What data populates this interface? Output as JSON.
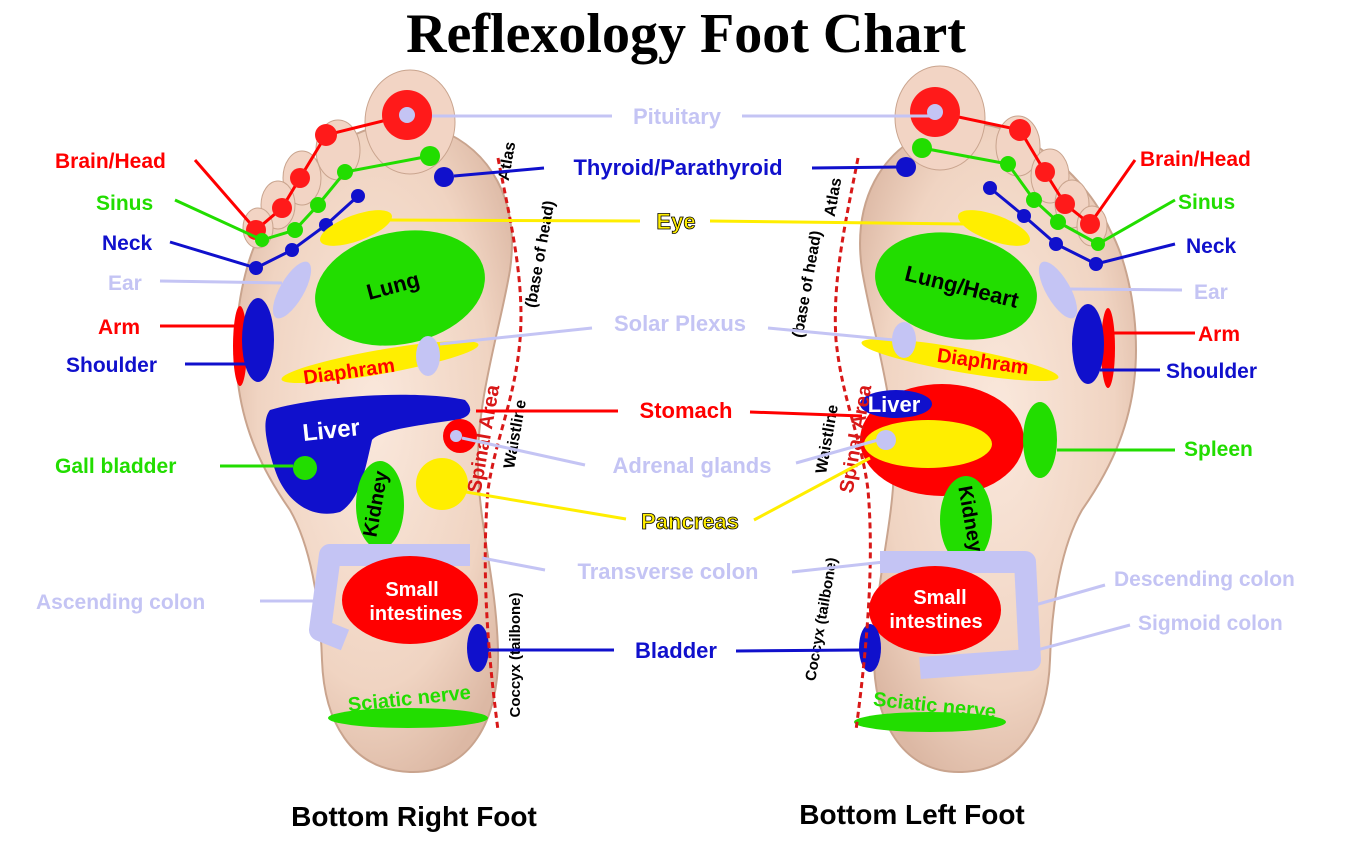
{
  "title": "Reflexology Foot Chart",
  "captions": {
    "right_foot": "Bottom Right Foot",
    "left_foot": "Bottom Left Foot"
  },
  "colors": {
    "red": "#ff0000",
    "green": "#22dd00",
    "blue": "#1010cc",
    "lavender": "#c4c4f4",
    "yellow": "#ffee00",
    "skin": "#f2d8c8",
    "spine": "#d81818"
  },
  "center_labels": {
    "pituitary": "Pituitary",
    "thyroid": "Thyroid/Parathyroid",
    "eye": "Eye",
    "solar_plexus": "Solar Plexus",
    "stomach": "Stomach",
    "adrenal": "Adrenal glands",
    "pancreas": "Pancreas",
    "transverse_colon": "Transverse colon",
    "bladder": "Bladder"
  },
  "right_foot": {
    "side_labels": {
      "brain": "Brain/Head",
      "sinus": "Sinus",
      "neck": "Neck",
      "ear": "Ear",
      "arm": "Arm",
      "shoulder": "Shoulder",
      "gall_bladder": "Gall bladder",
      "ascending_colon": "Ascending colon"
    },
    "zones": {
      "lung": "Lung",
      "diaphram": "Diaphram",
      "liver": "Liver",
      "kidney": "Kidney",
      "small_intestines_1": "Small",
      "small_intestines_2": "intestines",
      "sciatic": "Sciatic nerve"
    },
    "spine_labels": {
      "atlas": "Atlas",
      "base_of_head": "(base of head)",
      "spinal_area": "Spinal Area",
      "waistline": "Waistline",
      "coccyx": "Coccyx (tailbone)"
    }
  },
  "left_foot": {
    "side_labels": {
      "brain": "Brain/Head",
      "sinus": "Sinus",
      "neck": "Neck",
      "ear": "Ear",
      "arm": "Arm",
      "shoulder": "Shoulder",
      "spleen": "Spleen",
      "descending_colon": "Descending colon",
      "sigmoid_colon": "Sigmoid colon"
    },
    "zones": {
      "lung_heart": "Lung/Heart",
      "diaphram": "Diaphram",
      "liver": "Liver",
      "kidney": "Kidney",
      "small_intestines_1": "Small",
      "small_intestines_2": "intestines",
      "sciatic": "Sciatic nerve"
    },
    "spine_labels": {
      "atlas": "Atlas",
      "base_of_head": "(base of head)",
      "spinal_area": "Spinal Area",
      "waistline": "Waistline",
      "coccyx": "Coccyx (tailbone)"
    }
  }
}
